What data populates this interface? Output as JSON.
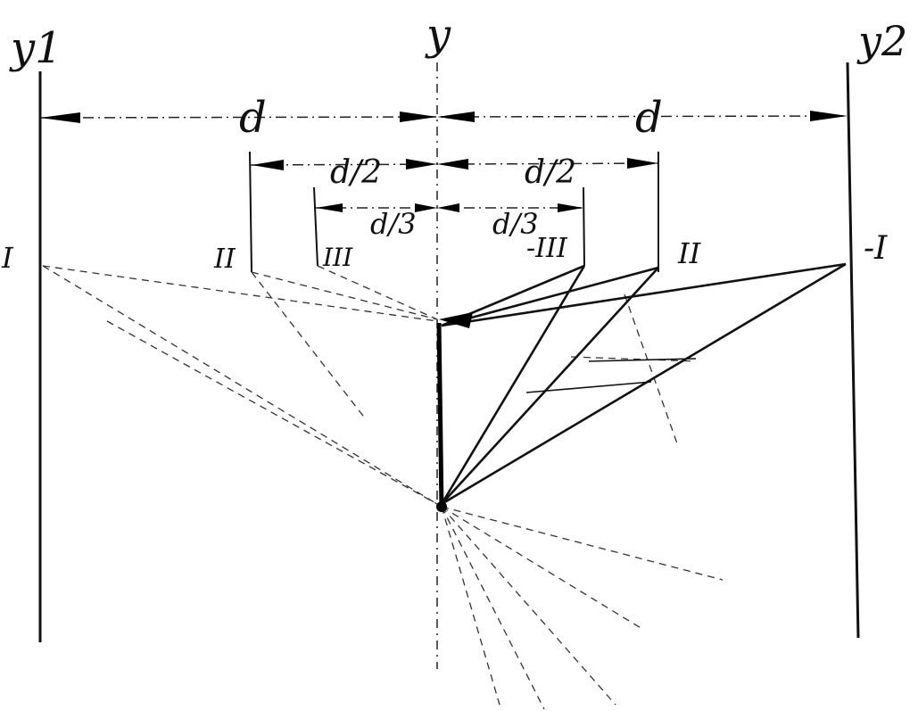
{
  "labels": {
    "y1": "y1",
    "y": "y",
    "y2": "y2",
    "d_left": "d",
    "d_right": "d",
    "d_half_left": "d/2",
    "d_half_right": "d/2",
    "d_third_left": "d/3",
    "d_third_right": "d/3",
    "pos_I_left": "I",
    "pos_II_left": "II",
    "pos_III_left": "III",
    "pos_III_right": "-III",
    "pos_II_right": "II",
    "pos_I_right": "-I"
  }
}
